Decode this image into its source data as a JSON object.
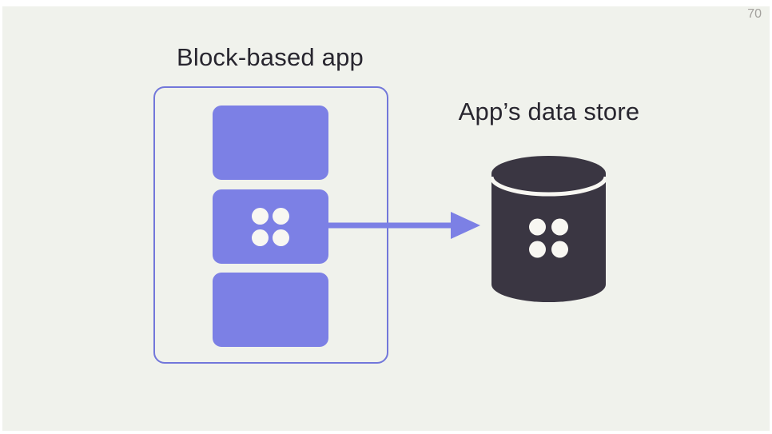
{
  "slide": {
    "page_number": "70",
    "app": {
      "title": "Block-based app",
      "block_count": 3,
      "middle_block_dot_count": 4
    },
    "arrow": {
      "direction": "right"
    },
    "data_store": {
      "title": "App’s data store",
      "icon": "database-cylinder",
      "dot_count": 4
    }
  },
  "colors": {
    "frame": "#ffffff",
    "bg": "#f0f2ec",
    "text": "#28262f",
    "pagenum": "#a3a19d",
    "block": "#7c80e5",
    "outline": "#7277da",
    "arrow": "#7c80e5",
    "cylinder": "#3a3642",
    "dot": "#f8f7f2"
  }
}
